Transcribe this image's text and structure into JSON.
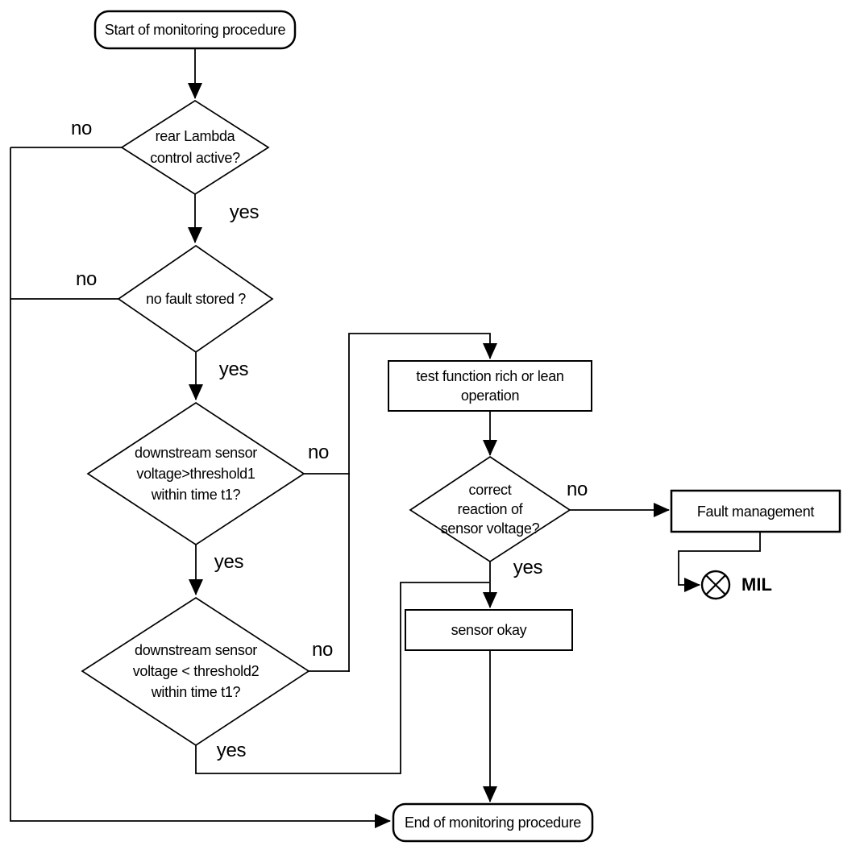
{
  "flowchart": {
    "nodes": {
      "start": {
        "label": "Start of monitoring procedure"
      },
      "rear_lambda": {
        "line1": "rear Lambda",
        "line2": "control active?"
      },
      "no_fault": {
        "label": "no fault stored ?"
      },
      "threshold1": {
        "line1": "downstream sensor",
        "line2": "voltage>threshold1",
        "line3": "within time t1?"
      },
      "threshold2": {
        "line1": "downstream sensor",
        "line2": "voltage < threshold2",
        "line3": "within time t1?"
      },
      "test_function": {
        "line1": "test function rich or lean",
        "line2": "operation"
      },
      "correct_reaction": {
        "line1": "correct",
        "line2": "reaction of",
        "line3": "sensor voltage?"
      },
      "fault_management": {
        "label": "Fault management"
      },
      "sensor_okay": {
        "label": "sensor okay"
      },
      "mil": {
        "label": "MIL"
      },
      "end": {
        "label": "End of monitoring procedure"
      }
    },
    "branch_labels": {
      "rear_lambda_no": "no",
      "rear_lambda_yes": "yes",
      "no_fault_no": "no",
      "no_fault_yes": "yes",
      "threshold1_no": "no",
      "threshold1_yes": "yes",
      "threshold2_no": "no",
      "threshold2_yes": "yes",
      "correct_reaction_no": "no",
      "correct_reaction_yes": "yes"
    },
    "colors": {
      "stroke": "#000000",
      "background": "#ffffff"
    }
  }
}
